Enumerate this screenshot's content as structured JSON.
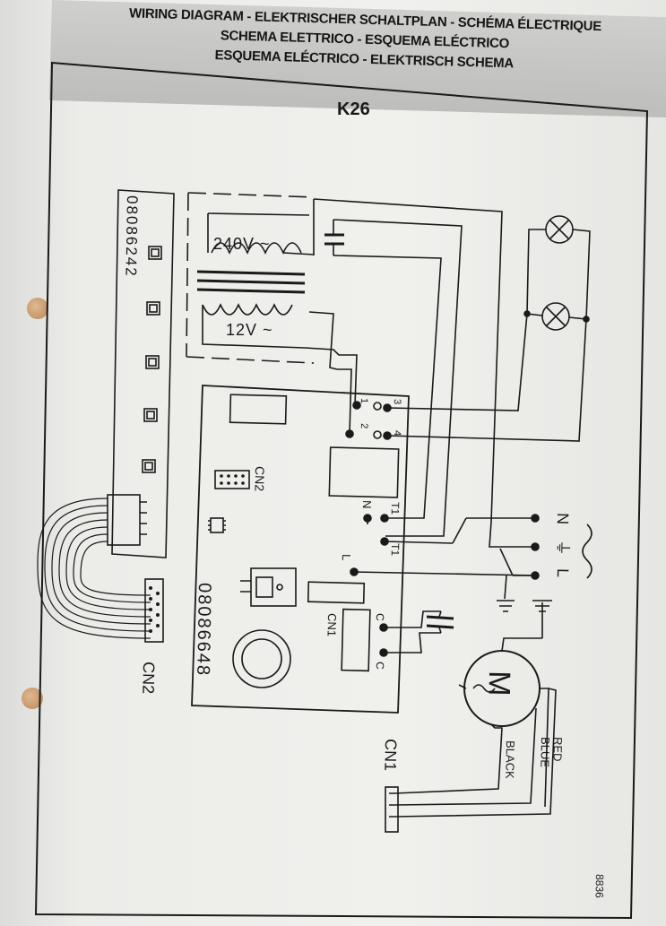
{
  "header": {
    "line1": "WIRING DIAGRAM - ELEKTRISCHER SCHALTPLAN - SCHÉMA ÉLECTRIQUE",
    "line2": "SCHEMA ELETTRICO - ESQUEMA ELÉCTRICO",
    "line3": "ESQUEMA ELÉCTRICO - ELEKTRISCH SCHEMA"
  },
  "model": "K26",
  "transformer": {
    "primary": "240V ~",
    "secondary": "12V ~"
  },
  "panel_part_number": "08086242",
  "board_part_number": "08086648",
  "board_connector_label": "CN2",
  "board_cn1_label": "CN1",
  "cable_connector_label": "CN2",
  "motor_connector_label": "CN1",
  "motor_symbol": "M",
  "ac_symbol": "~",
  "terminals": {
    "t1_upper": "T1",
    "t1_lower": "T1",
    "n": "N",
    "l": "L",
    "c_upper": "C",
    "c_lower": "C",
    "p1": "1",
    "p2": "2",
    "p3": "3",
    "p4": "4"
  },
  "mains_labels": {
    "n": "N",
    "ground": "⏚",
    "l": "L"
  },
  "wire_colors": {
    "red": "RED",
    "blue": "BLUE",
    "black": "BLACK"
  },
  "page_code": "8836",
  "colors": {
    "ink": "#1a1a1a",
    "paper": "#efefec",
    "header": "#c4c4c2",
    "holes": "#c8996a"
  }
}
